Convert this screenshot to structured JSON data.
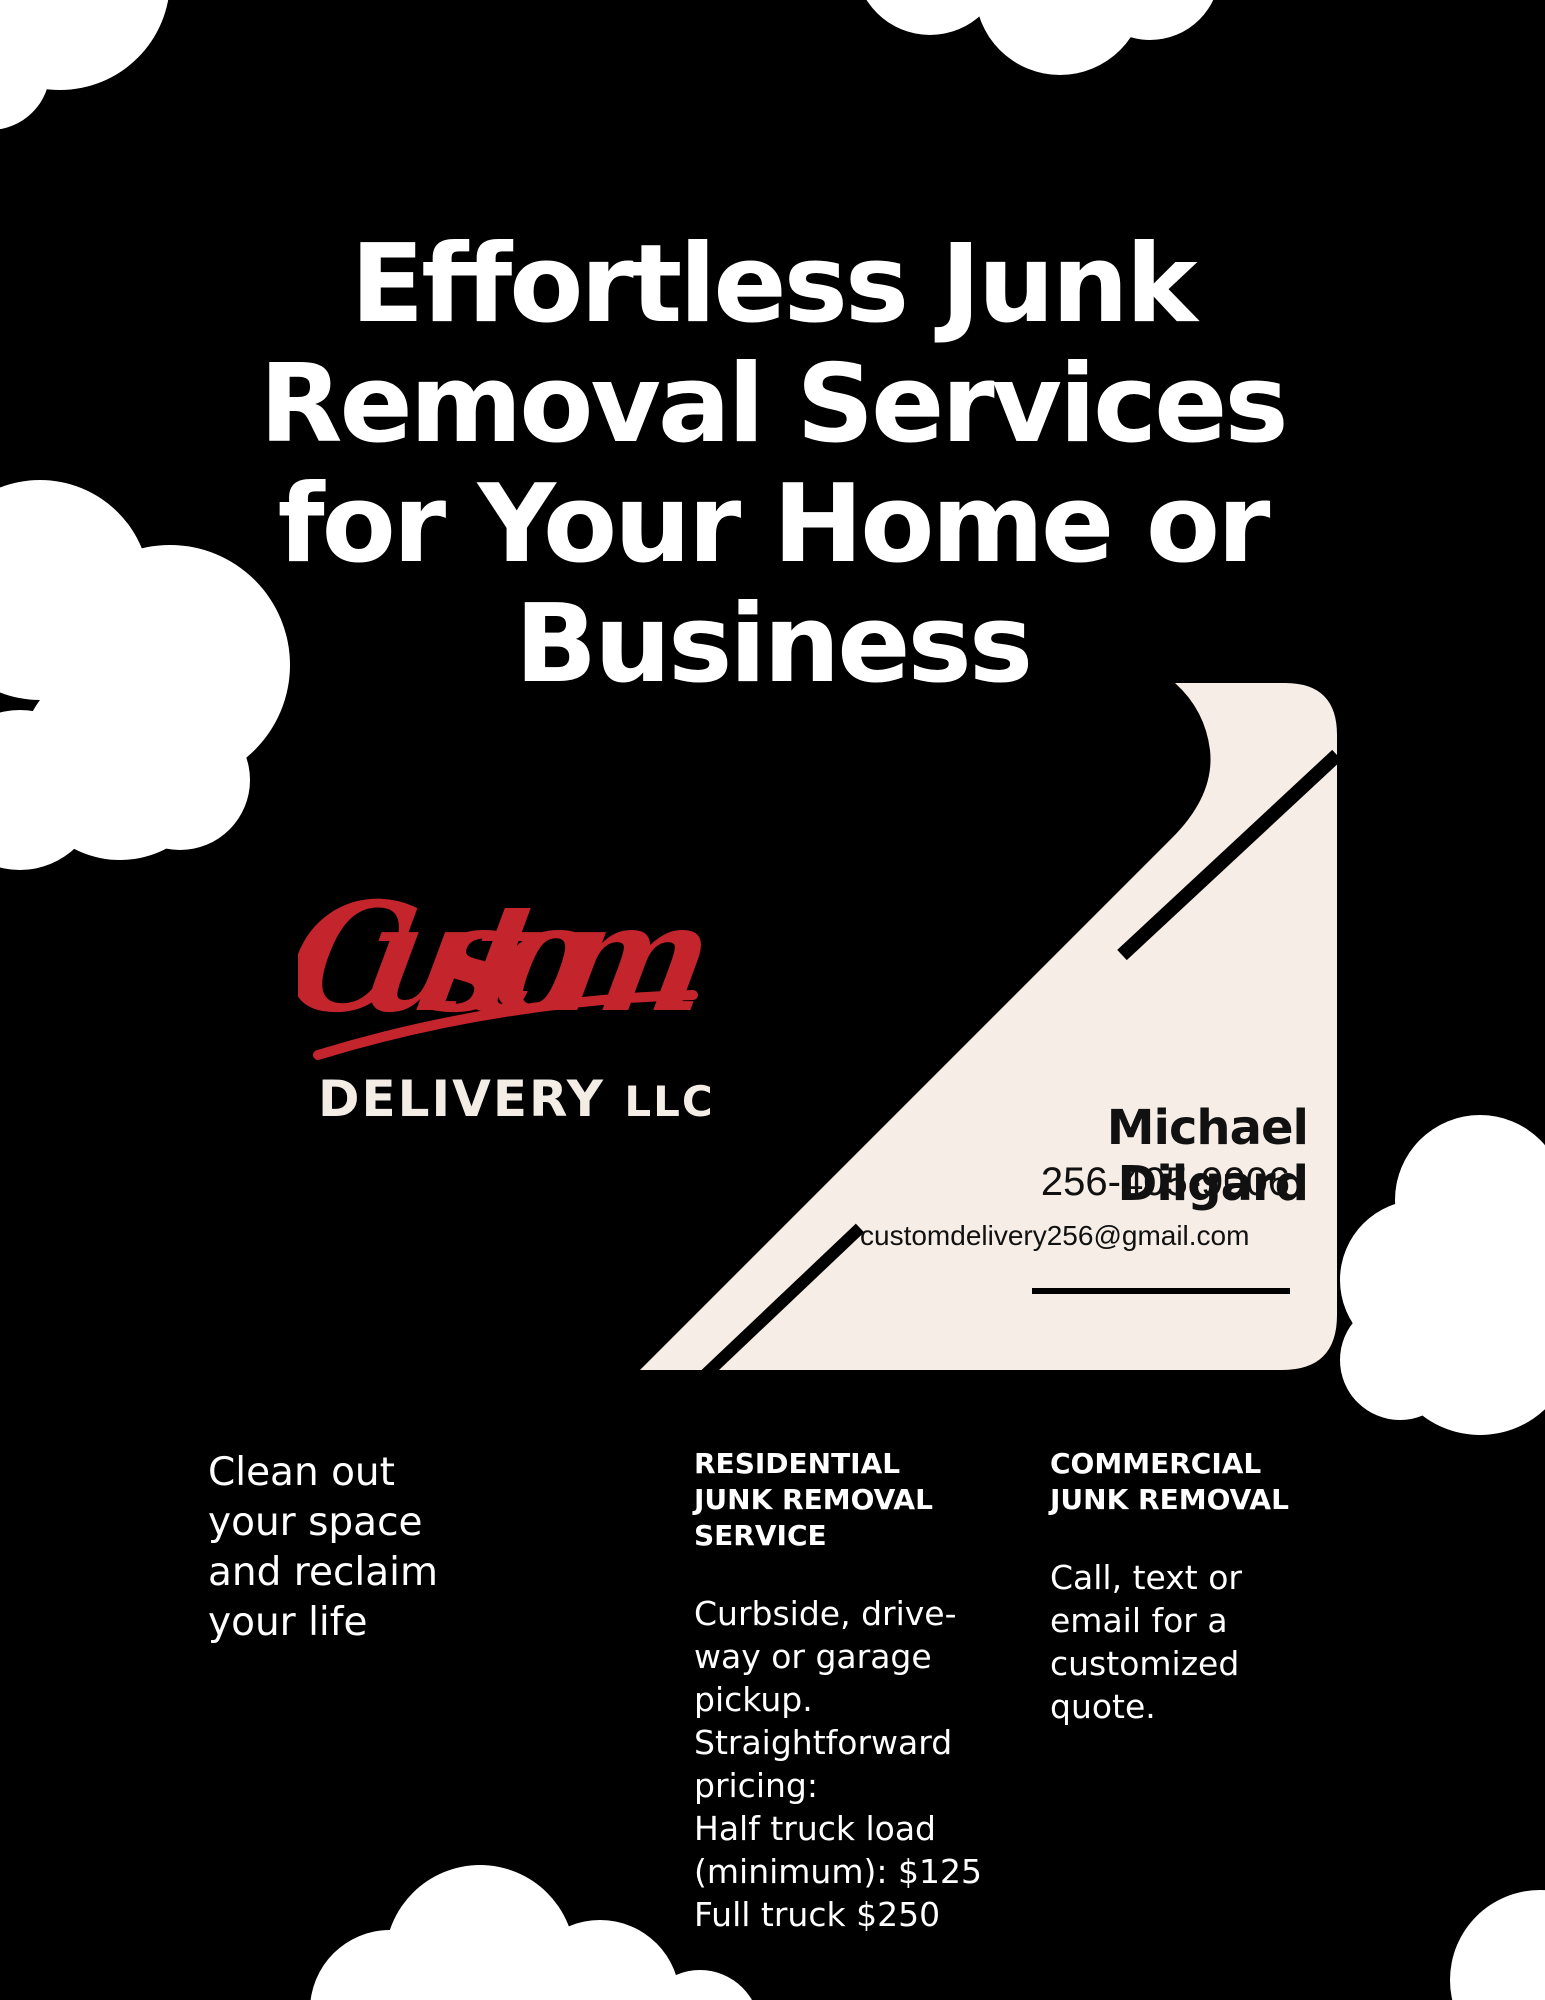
{
  "headline": {
    "lines": [
      "Effortless Junk",
      "Removal Services",
      "for Your Home or",
      "Business"
    ]
  },
  "logo": {
    "script_text": "Custom",
    "sub_text": "DELIVERY",
    "sub_suffix": "LLC",
    "script_color": "#c4242b"
  },
  "contact": {
    "name": "Michael Dilgard",
    "phone": "256-405-9006",
    "email": "customdelivery256@gmail.com"
  },
  "columns": {
    "left": {
      "body": "Clean out\nyour space\nand reclaim\nyour life"
    },
    "middle": {
      "heading": "RESIDENTIAL\nJUNK REMOVAL\nSERVICE",
      "body": "Curbside, drive-\nway or garage\npickup.\nStraightforward\npricing:\nHalf truck load\n(minimum): $125\nFull truck $250"
    },
    "right": {
      "heading": "COMMERCIAL\nJUNK REMOVAL",
      "body": "Call, text or\nemail for a\ncustomized\nquote."
    }
  },
  "colors": {
    "background": "#000000",
    "cloud": "#ffffff",
    "card": "#f5ede6",
    "text": "#ffffff"
  }
}
